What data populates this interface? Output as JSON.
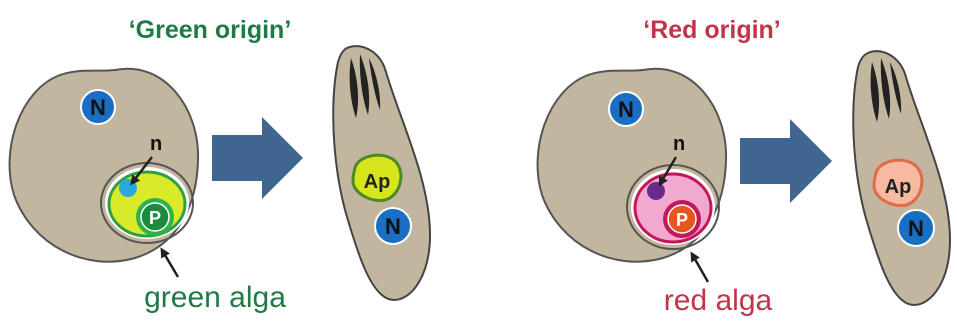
{
  "panels": [
    {
      "title": "‘Green origin’",
      "title_color": "#1f7a44",
      "host_nucleus": "N",
      "alga_nucleus": "n",
      "plastid": "P",
      "alga_label": "green alga",
      "alga_label_color": "#1f7a44",
      "apicoplast": "Ap",
      "parasite_nucleus": "N"
    },
    {
      "title": "‘Red origin’",
      "title_color": "#c2344a",
      "host_nucleus": "N",
      "alga_nucleus": "n",
      "plastid": "P",
      "alga_label": "red alga",
      "alga_label_color": "#c2344a",
      "apicoplast": "Ap",
      "parasite_nucleus": "N"
    }
  ],
  "colors": {
    "cell_fill": "#c3b69e",
    "outline": "#444444",
    "nucleus_fill": "#1a6fc4",
    "arrow_fill": "#3f6690",
    "green_alga_fill": "#d9ea2a",
    "green_alga_border": "#2f9e45",
    "green_alga_nucleus": "#29a8e0",
    "green_plastid_fill": "#1e8a3e",
    "green_plastid_ring": "#2fb24c",
    "green_apicoplast_fill": "#d6e51c",
    "green_apicoplast_border": "#4b8a2a",
    "red_alga_fill": "#f2a9cf",
    "red_alga_border": "#c2185b",
    "red_alga_nucleus": "#6a2b8c",
    "red_plastid_fill": "#e8551e",
    "red_plastid_ring": "#c2185b",
    "red_apicoplast_fill": "#f7b9a0",
    "red_apicoplast_border": "#e06a4a"
  }
}
